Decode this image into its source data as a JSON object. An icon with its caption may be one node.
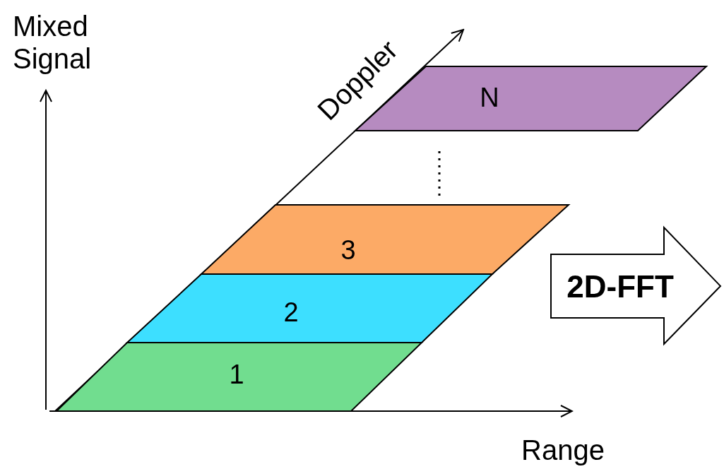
{
  "diagram": {
    "nodes": [
      {
        "text": [
          "N"
        ]
      },
      {
        "text": [
          "3"
        ]
      },
      {
        "text": [
          "2"
        ]
      },
      {
        "text": [
          "1"
        ]
      },
      {
        "text": [
          "2D-FFT"
        ]
      }
    ],
    "edges": [],
    "labels": [
      "Mixed Signal",
      "Doppler",
      "Range"
    ]
  }
}
